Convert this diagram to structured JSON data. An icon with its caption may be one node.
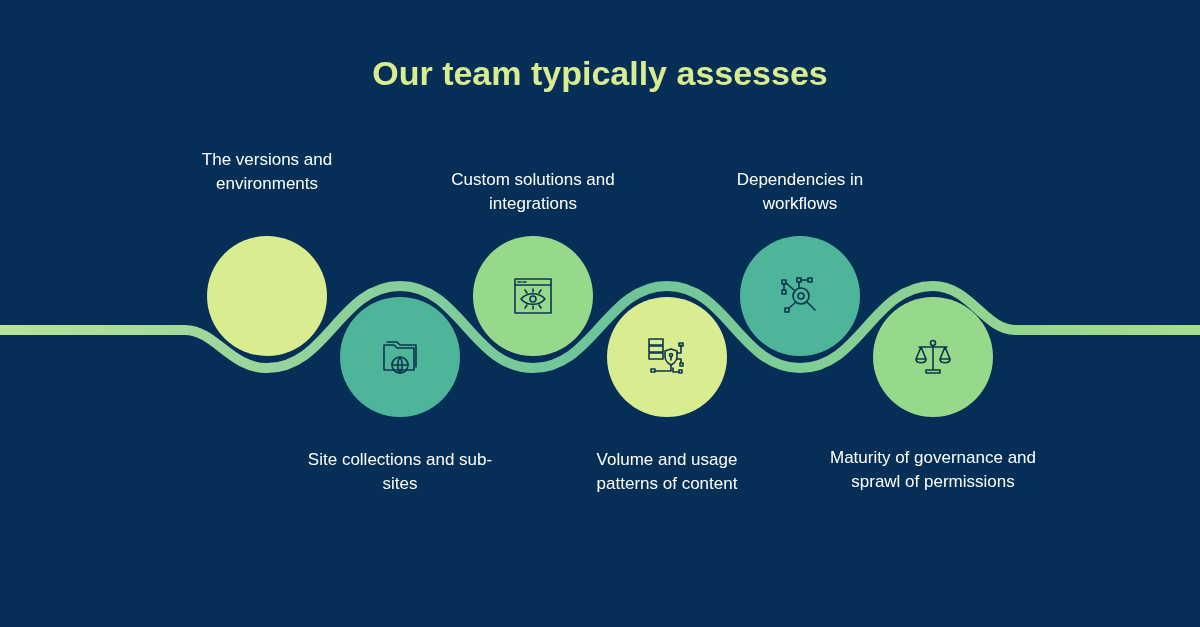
{
  "diagram": {
    "title": "Our team typically assesses",
    "nodes": [
      {
        "text": [
          "The versions and environments"
        ]
      },
      {
        "text": [
          "Site collections and sub-sites"
        ]
      },
      {
        "text": [
          "Custom solutions and integrations"
        ]
      },
      {
        "text": [
          "Volume and usage patterns of content"
        ]
      },
      {
        "text": [
          "Dependencies in workflows"
        ]
      },
      {
        "text": [
          "Maturity of governance and sprawl of permissions"
        ]
      }
    ]
  }
}
